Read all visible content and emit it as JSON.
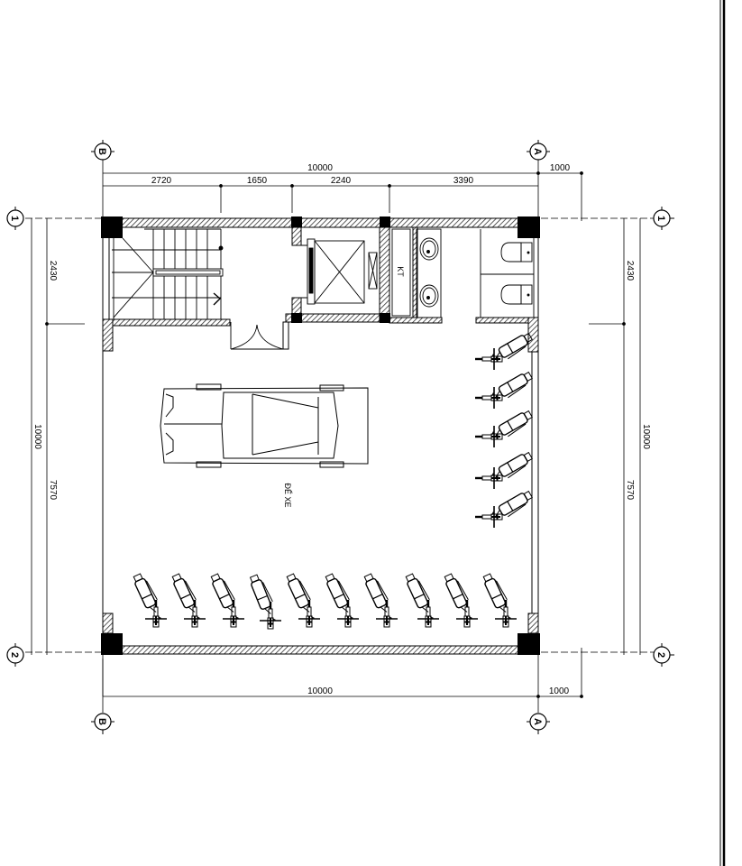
{
  "drawing": {
    "type": "floor-plan",
    "room_labels": {
      "parking": "ĐỂ XE",
      "technical_shaft": "KT"
    },
    "grid_axes": {
      "vertical": [
        "B",
        "A"
      ],
      "horizontal": [
        "1",
        "2"
      ]
    },
    "dimensions": {
      "top_total": "10000",
      "top_overhang": "1000",
      "top_segments": [
        "2720",
        "1650",
        "2240",
        "3390"
      ],
      "bottom_total": "10000",
      "bottom_overhang": "1000",
      "left_total": "10000",
      "left_segments": [
        "2430",
        "7570"
      ],
      "right_total": "10000",
      "right_segments": [
        "2430",
        "7570"
      ]
    },
    "elements": {
      "stair": "stair-flight",
      "elevator": "elevator-car",
      "car": "car-top-view",
      "motorbikes_right_column": 5,
      "motorbikes_bottom_row": 10,
      "sinks": 2,
      "toilets": 2
    },
    "colors": {
      "line": "#000000",
      "background": "#ffffff",
      "hatch": "#555555"
    }
  }
}
